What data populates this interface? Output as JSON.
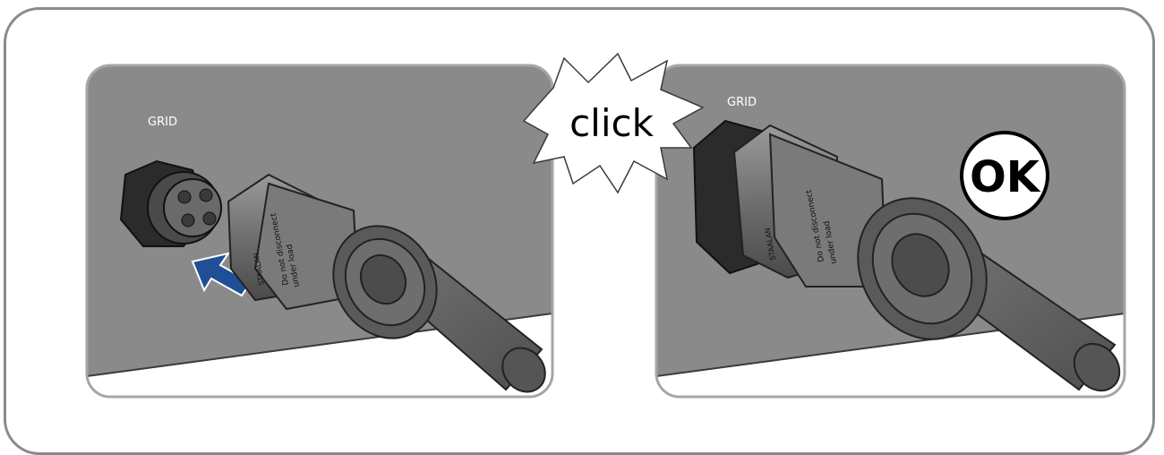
{
  "panels": [
    {
      "port_label": "GRID",
      "cable_text_1": "Do not disconnect",
      "cable_text_2": "under load",
      "brand_text": "STAALAN"
    },
    {
      "port_label": "GRID",
      "cable_text_1": "Do not disconnect",
      "cable_text_2": "under load",
      "brand_text": "STAALAN",
      "status_badge": "OK"
    }
  ],
  "callout": {
    "text": "click"
  },
  "colors": {
    "wall": "#8a8a8a",
    "panel_border": "#a6a6a6",
    "floor": "#ffffff",
    "connector_body": "#6f6f6f",
    "connector_dark": "#3a3a3a",
    "cable": "#6a6a6a",
    "arrow": "#1f4f97",
    "badge_bg": "#ffffff",
    "badge_fg": "#000000"
  }
}
